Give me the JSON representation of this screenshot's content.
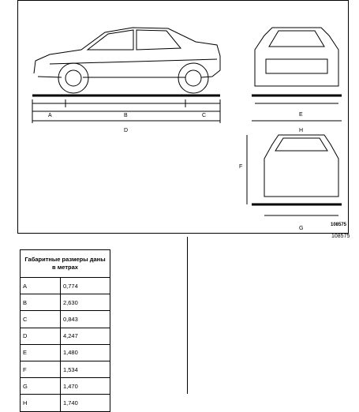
{
  "figure": {
    "ref_inner": "108575",
    "ref_outer": "108575",
    "labels": {
      "A": "A",
      "B": "B",
      "C": "C",
      "D": "D",
      "E": "E",
      "F": "F",
      "G": "G",
      "H": "H"
    }
  },
  "table": {
    "header": "Габаритные размеры даны в метрах",
    "rows": [
      {
        "letter": "A",
        "value": "0,774"
      },
      {
        "letter": "B",
        "value": "2,630"
      },
      {
        "letter": "C",
        "value": "0,843"
      },
      {
        "letter": "D",
        "value": "4,247"
      },
      {
        "letter": "E",
        "value": "1,480"
      },
      {
        "letter": "F",
        "value": "1,534"
      },
      {
        "letter": "G",
        "value": "1,470"
      },
      {
        "letter": "H",
        "value": "1,740"
      }
    ]
  }
}
